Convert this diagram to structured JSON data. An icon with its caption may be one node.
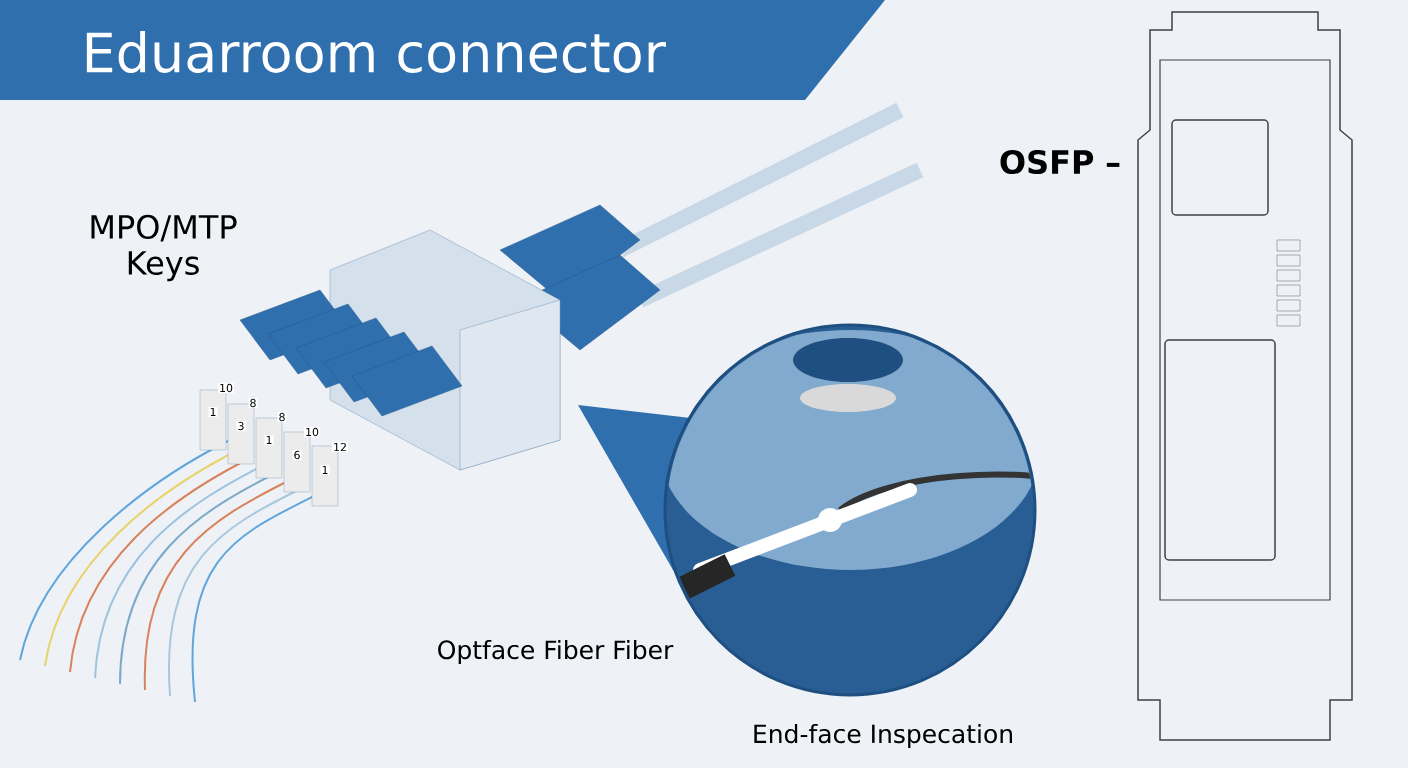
{
  "diagram": {
    "title": "Eduarroom connector",
    "nodes": [
      {
        "text": [],
        "shape": "circle"
      }
    ],
    "labels": [
      "MPO/MTP Keys",
      "OSFP –",
      "10",
      "8",
      "8",
      "10",
      "12",
      "1",
      "3",
      "1",
      "6",
      "1",
      "Optface Fiber Fiber",
      "End-face Inspecation"
    ]
  }
}
